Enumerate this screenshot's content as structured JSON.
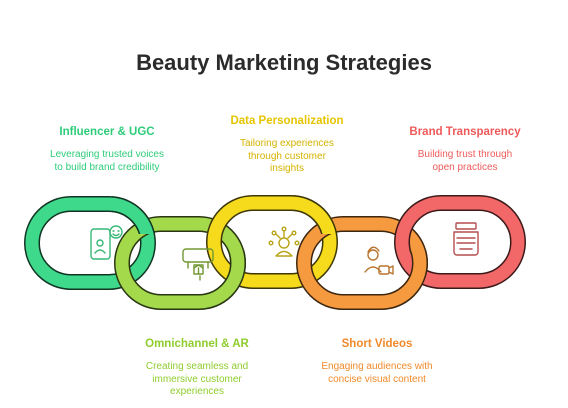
{
  "title": "Beauty Marketing Strategies",
  "colors": {
    "green": "#3fd98c",
    "lime": "#a3d94a",
    "yellow": "#f5db1c",
    "orange": "#f69a3f",
    "red": "#f26868"
  },
  "steps": [
    {
      "title": "Influencer & UGC",
      "description": "Leveraging trusted voices to build brand credibility",
      "icon": "influencer-phone-icon"
    },
    {
      "title": "Omnichannel & AR",
      "description": "Creating seamless and immersive customer experiences",
      "icon": "ar-headset-icon"
    },
    {
      "title": "Data Personalization",
      "description": "Tailoring experiences through customer insights",
      "icon": "personalization-user-icon"
    },
    {
      "title": "Short Videos",
      "description": "Engaging audiences with concise visual content",
      "icon": "video-creator-icon"
    },
    {
      "title": "Brand Transparency",
      "description": "Building trust through open practices",
      "icon": "product-jar-icon"
    }
  ]
}
